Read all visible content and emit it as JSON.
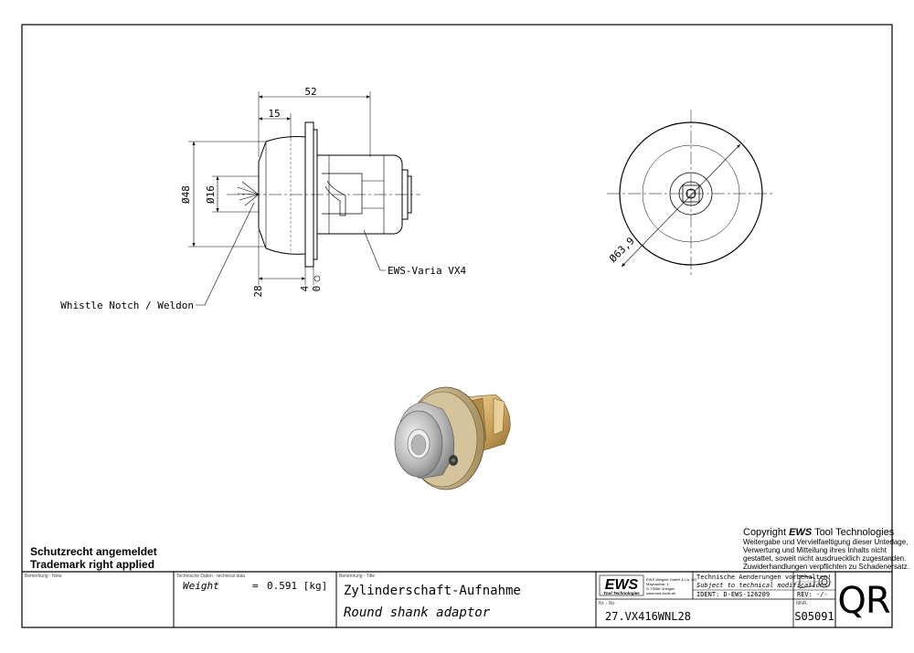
{
  "drawing": {
    "dimensions": {
      "overall_length": "52",
      "flange_offset": "15",
      "outer_diameter": "Ø48",
      "inner_diameter": "Ø16",
      "shank_length": "28",
      "dim_four": "4",
      "dim_zero": "0",
      "front_diameter": "Ø63,9"
    },
    "callouts": {
      "notch": "Whistle Notch / Weldon",
      "interface": "EWS-Varia VX4"
    }
  },
  "copyright": {
    "prefix": "Copyright",
    "brand_bold": "EWS",
    "brand_rest": "Tool Technologies",
    "lines": [
      "Weitergabe und Vervielfaeltigung dieser Unterlage,",
      "Verwertung und Mitteilung ihres Inhalts nicht",
      "gestattet, soweit nicht ausdruecklich zugestanden.",
      "Zuwiderhandlungen verpflichten zu Schadenersatz."
    ]
  },
  "legal": {
    "line1": "Schutzrecht angemeldet",
    "line2": "Trademark right applied"
  },
  "title_block": {
    "note_label": "Bemerkung - Note",
    "tech_label": "Technische Daten - technical data",
    "weight_label": "Weight",
    "weight_eq": "=",
    "weight_value": "0.591 [kg]",
    "title_label": "Benennung - Title",
    "title_de": "Zylinderschaft-Aufnahme",
    "title_en": "Round shank adaptor",
    "logo_text": "EWS",
    "logo_sub": "Tool Technologies",
    "address_lines": [
      "EWS Weigele GmbH & Co. KG",
      "Maybachstr. 1",
      "D-73066 Uhingen",
      "www.ews-tools.de"
    ],
    "notice_de": "Technische Aenderungen vorbehalten!",
    "notice_en": "Subject to technical modifications!",
    "ident": "IDENT: D-EWS-126209",
    "rev": "REV: -/-",
    "nr_label": "Nr. - No.",
    "part_number": "27.VX416WNL28",
    "mnr_label": "MNR.",
    "mnr_value": "S05091",
    "qr": "QR"
  },
  "colors": {
    "line": "#000000",
    "gold": "#c9a25a",
    "steel": "#a8a8a8"
  }
}
